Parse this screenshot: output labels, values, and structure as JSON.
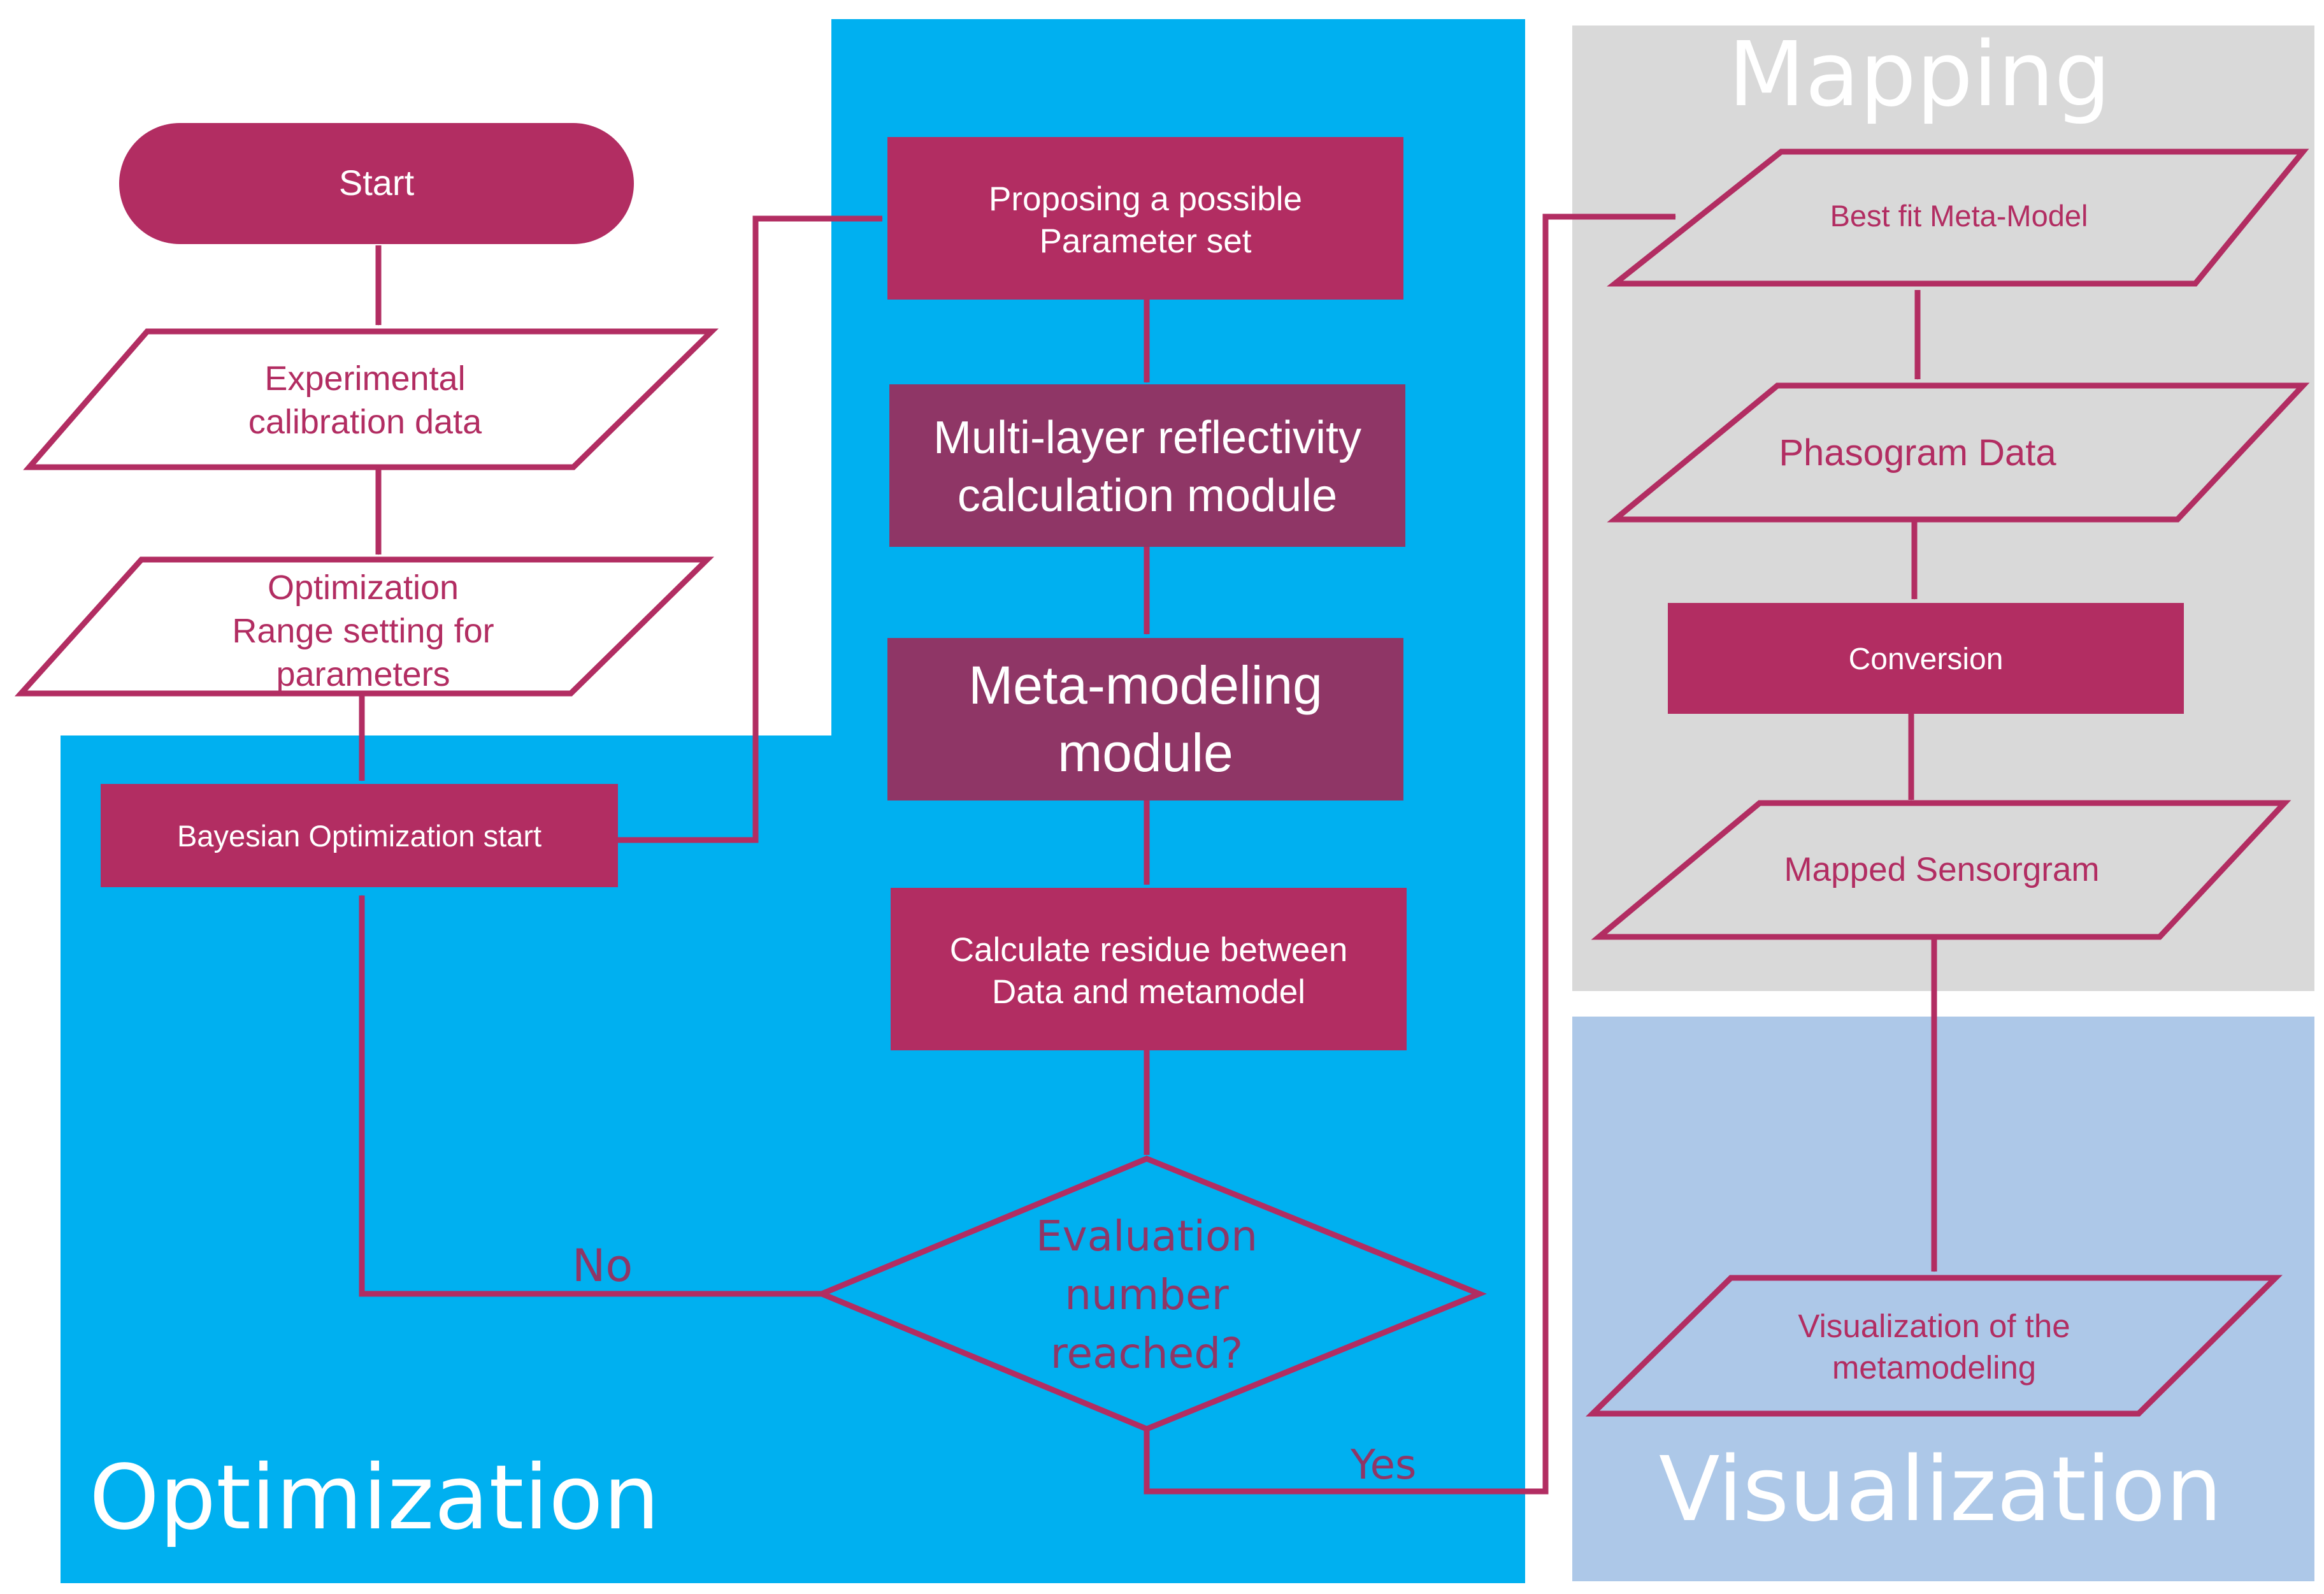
{
  "colors": {
    "optimization_bg": "#00b0f0",
    "mapping_bg": "#d9d9d9",
    "visualization_bg": "#adc8e8",
    "node_fill": "#b22d62",
    "module_fill": "#8f3666",
    "stroke": "#b22d62",
    "white": "#ffffff"
  },
  "regions": {
    "optimization": "Optimization",
    "mapping": "Mapping",
    "visualization": "Visualization"
  },
  "nodes": {
    "start": "Start",
    "exp_data": [
      "Experimental",
      "calibration data"
    ],
    "opt_range": [
      "Optimization",
      "Range setting for",
      "parameters"
    ],
    "bayes_start": "Bayesian Optimization start",
    "propose": [
      "Proposing a possible",
      "Parameter set"
    ],
    "multilayer": [
      "Multi-layer reflectivity",
      "calculation module"
    ],
    "metamodeling": [
      "Meta-modeling",
      "module"
    ],
    "residue": [
      "Calculate residue between",
      "Data and metamodel"
    ],
    "evaluation": [
      "Evaluation",
      "number",
      "reached?"
    ],
    "best_fit": "Best fit Meta-Model",
    "phasogram": "Phasogram Data",
    "conversion": "Conversion",
    "mapped": "Mapped Sensorgram",
    "visualization_out": [
      "Visualization of the",
      "metamodeling"
    ]
  },
  "edge_labels": {
    "no": "No",
    "yes": "Yes"
  }
}
